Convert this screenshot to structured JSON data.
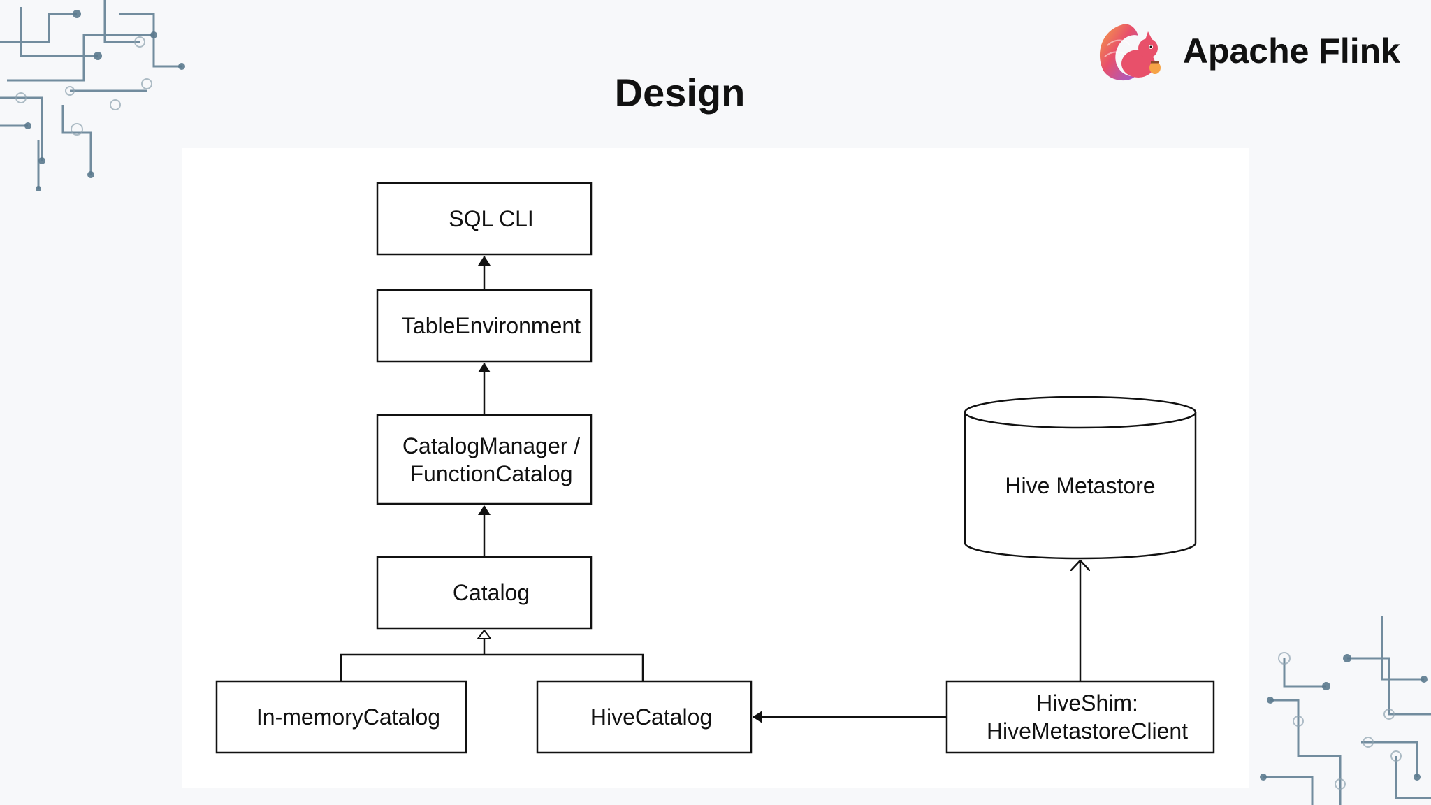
{
  "slide": {
    "title": "Design"
  },
  "brand": {
    "name": "Apache Flink",
    "logo_icon": "squirrel-logo-icon"
  },
  "diagram": {
    "nodes": {
      "sql_cli": "SQL CLI",
      "table_environment": "TableEnvironment",
      "catalog_manager_line1": "CatalogManager /",
      "catalog_manager_line2": "FunctionCatalog",
      "catalog": "Catalog",
      "in_memory_catalog": "In-memoryCatalog",
      "hive_catalog": "HiveCatalog",
      "hive_shim_line1": "HiveShim:",
      "hive_shim_line2": "HiveMetastoreClient",
      "hive_metastore": "Hive Metastore"
    },
    "edges": [
      {
        "from": "TableEnvironment",
        "to": "SQL CLI",
        "style": "filled-arrow"
      },
      {
        "from": "CatalogManager / FunctionCatalog",
        "to": "TableEnvironment",
        "style": "filled-arrow"
      },
      {
        "from": "Catalog",
        "to": "CatalogManager / FunctionCatalog",
        "style": "filled-arrow"
      },
      {
        "from": "In-memoryCatalog",
        "to": "Catalog",
        "style": "hollow-inheritance"
      },
      {
        "from": "HiveCatalog",
        "to": "Catalog",
        "style": "hollow-inheritance"
      },
      {
        "from": "HiveShim: HiveMetastoreClient",
        "to": "HiveCatalog",
        "style": "filled-arrow"
      },
      {
        "from": "HiveShim: HiveMetastoreClient",
        "to": "Hive Metastore",
        "style": "open-arrow"
      }
    ]
  },
  "colors": {
    "background": "#f7f8fa",
    "canvas": "#ffffff",
    "stroke": "#111111",
    "circuit": "#5b7a8e",
    "logo_primary": "#e8506a",
    "logo_secondary": "#9b5bd6"
  }
}
